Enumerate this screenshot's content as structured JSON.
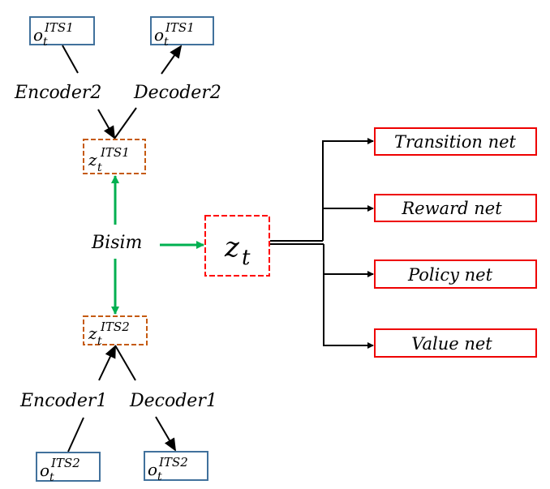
{
  "diagram": {
    "observations": {
      "top_left": {
        "base": "o",
        "sub": "t",
        "sup": "ITS1"
      },
      "top_right": {
        "base": "o",
        "sub": "t",
        "sup": "ITS1"
      },
      "bottom_left": {
        "base": "o",
        "sub": "t",
        "sup": "ITS2"
      },
      "bottom_right": {
        "base": "o",
        "sub": "t",
        "sup": "ITS2"
      }
    },
    "modules": {
      "encoder2": "Encoder2",
      "decoder2": "Decoder2",
      "encoder1": "Encoder1",
      "decoder1": "Decoder1",
      "bisim": "Bisim"
    },
    "latents": {
      "z1": {
        "base": "z",
        "sub": "t",
        "sup": "ITS1"
      },
      "z2": {
        "base": "z",
        "sub": "t",
        "sup": "ITS2"
      },
      "zt": {
        "base": "z",
        "sub": "t"
      }
    },
    "nets": [
      {
        "label": "Transition net"
      },
      {
        "label": "Reward net"
      },
      {
        "label": "Policy net"
      },
      {
        "label": "Value net"
      }
    ],
    "colors": {
      "observation_border": "#41719c",
      "latent_border": "#c55a11",
      "zt_border": "#ff0000",
      "net_border": "#ee0000",
      "bisim_arrow": "#00b050",
      "arrow": "#000000"
    }
  }
}
